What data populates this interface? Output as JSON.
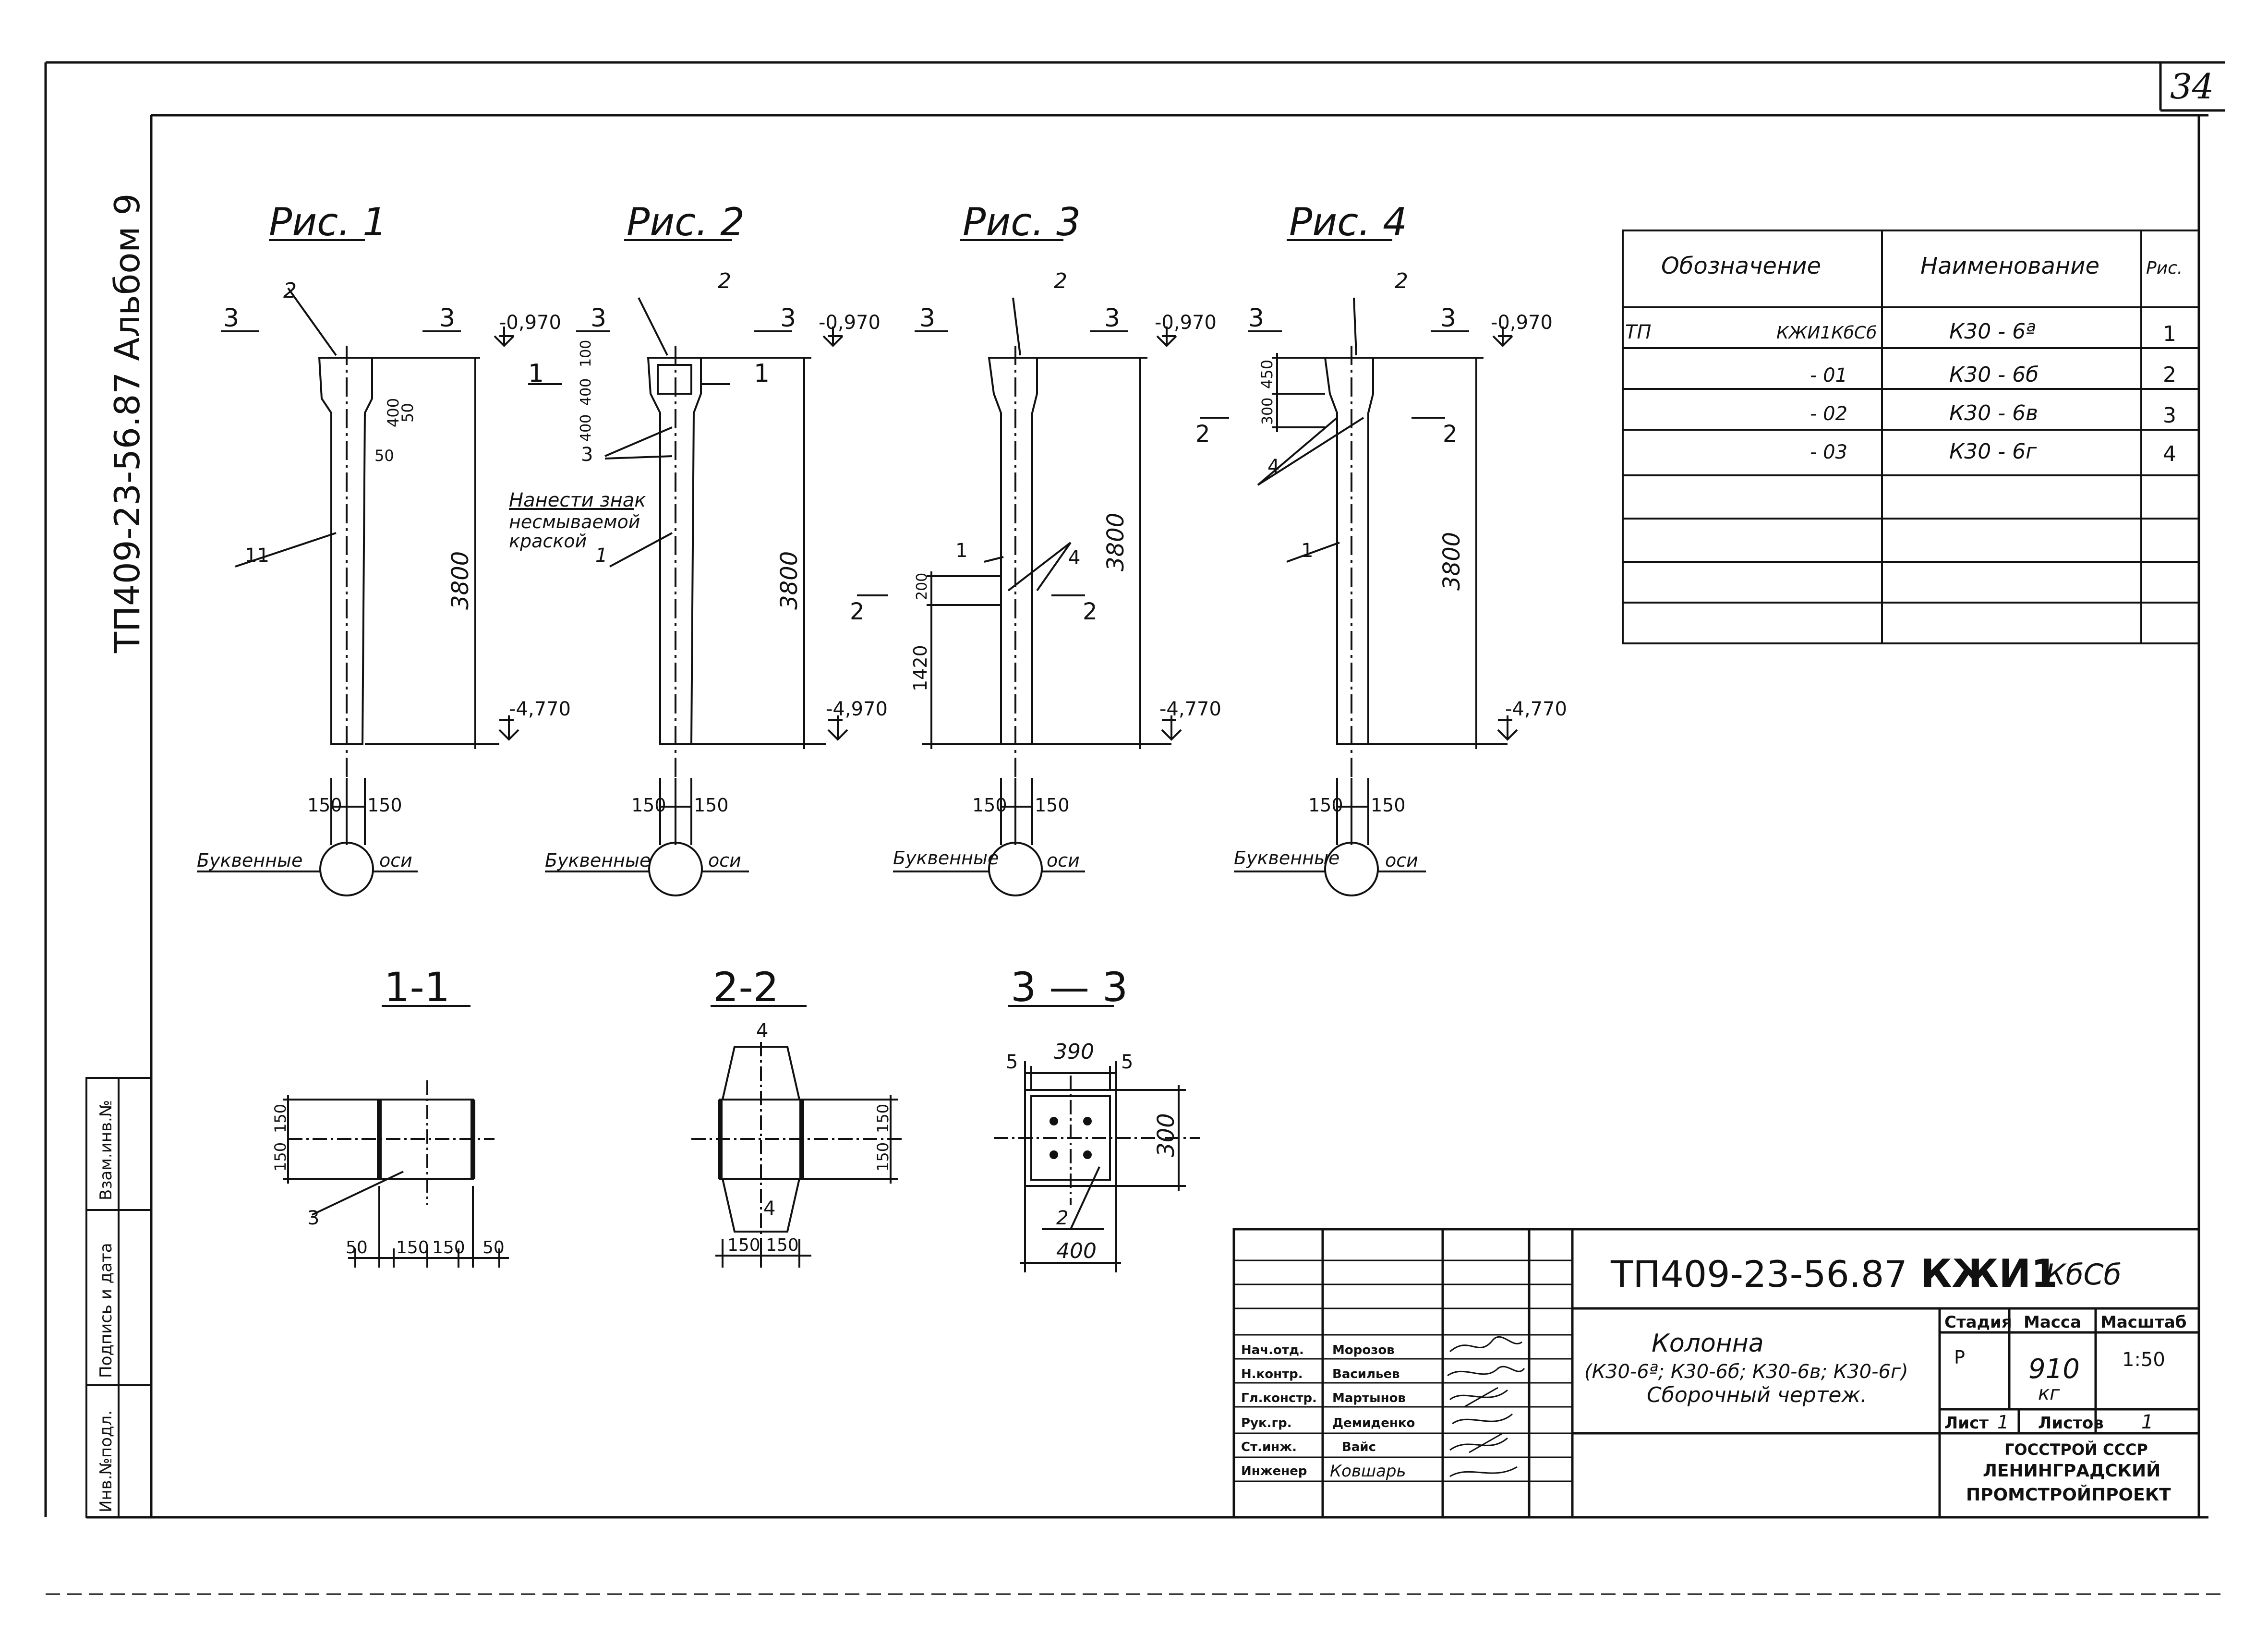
{
  "sheet_number": "34",
  "side_code": "ТП409-23-56.87 Альбом 9",
  "figures": [
    {
      "title": "Рис. 1",
      "elev_top": "-0,970",
      "elev_bottom": "-4,770",
      "height": "3800",
      "dim_a": "400",
      "dim_b": "50",
      "dim_c": "50",
      "call_1": "11",
      "call_2": "2",
      "sect": "3",
      "w_left": "150",
      "w_right": "150",
      "axis_left": "Буквенные",
      "axis_right": "оси"
    },
    {
      "title": "Рис. 2",
      "elev_top": "-0,970",
      "elev_bottom": "-4,970",
      "height": "3800",
      "dim_a": "100",
      "dim_b": "400",
      "dim_c": "400",
      "call_1": "1",
      "call_2": "2",
      "call_3": "3",
      "sect": "3",
      "sect2": "1",
      "note": [
        "Нанести знак",
        "несмываемой",
        "краской"
      ],
      "w_left": "150",
      "w_right": "150",
      "axis_left": "Буквенные",
      "axis_right": "оси"
    },
    {
      "title": "Рис. 3",
      "elev_top": "-0,970",
      "elev_bottom": "-4,770",
      "height": "3800",
      "dim_a": "200",
      "dim_b": "1420",
      "call_1": "1",
      "call_2": "2",
      "call_4": "4",
      "sect": "3",
      "sect2": "2",
      "w_left": "150",
      "w_right": "150",
      "axis_left": "Буквенные",
      "axis_right": "оси"
    },
    {
      "title": "Рис. 4",
      "elev_top": "-0,970",
      "elev_bottom": "-4,770",
      "height": "3800",
      "dim_a": "450",
      "dim_b": "300",
      "call_1": "1",
      "call_2": "2",
      "call_4": "4",
      "sect": "3",
      "sect2": "2",
      "w_left": "150",
      "w_right": "150",
      "axis_left": "Буквенные",
      "axis_right": "оси"
    }
  ],
  "sections": [
    {
      "title": "1-1",
      "dims_bottom": [
        "50",
        "150",
        "150",
        "50"
      ],
      "dims_left": [
        "150",
        "150"
      ],
      "call": "3"
    },
    {
      "title": "2-2",
      "dims_bottom": [
        "150",
        "150"
      ],
      "dims_right": [
        "150",
        "150"
      ],
      "top": "4",
      "bottom": "4"
    },
    {
      "title": "3 — 3",
      "top_dims": [
        "5",
        "390",
        "5"
      ],
      "right": "300",
      "bottom": "400",
      "call": "2"
    }
  ],
  "spec_table": {
    "headers": [
      "Обозначение",
      "Наименование",
      "Рис."
    ],
    "rows": [
      {
        "code": "ТП",
        "sub": "КЖИ1КбСб",
        "name": "К30 - 6ª",
        "fig": "1"
      },
      {
        "code": "",
        "sub": "- 01",
        "name": "К30 - 6б",
        "fig": "2"
      },
      {
        "code": "",
        "sub": "- 02",
        "name": "К30 - 6в",
        "fig": "3"
      },
      {
        "code": "",
        "sub": "- 03",
        "name": "К30 - 6г",
        "fig": "4"
      },
      {
        "code": "",
        "sub": "",
        "name": "",
        "fig": ""
      },
      {
        "code": "",
        "sub": "",
        "name": "",
        "fig": ""
      },
      {
        "code": "",
        "sub": "",
        "name": "",
        "fig": ""
      },
      {
        "code": "",
        "sub": "",
        "name": "",
        "fig": ""
      }
    ]
  },
  "title_block": {
    "doc_code": "ТП409-23-56.87",
    "mark": "КЖИ1",
    "mark_small": "КбСб",
    "name_line1": "Колонна",
    "name_line2": "(К30-6ª; К30-6б; К30-6в; К30-6г)",
    "name_line3": "Сборочный чертеж.",
    "stage_label": "Стадия",
    "mass_label": "Масса",
    "scale_label": "Масштаб",
    "stage": "Р",
    "mass": "910",
    "mass_unit": "кг",
    "scale": "1:50",
    "sheet_label": "Лист",
    "sheet": "1",
    "sheets_label": "Листов",
    "sheets": "1",
    "org1": "ГОССТРОЙ СССР",
    "org2": "ЛЕНИНГРАДСКИЙ",
    "org3": "ПРОМСТРОЙПРОЕКТ",
    "roles": [
      {
        "role": "Нач.отд.",
        "name": "Морозов"
      },
      {
        "role": "Н.контр.",
        "name": "Васильев"
      },
      {
        "role": "Гл.констр.",
        "name": "Мартынов"
      },
      {
        "role": "Рук.гр.",
        "name": "Демиденко"
      },
      {
        "role": "Ст.инж.",
        "name": "Вайс"
      },
      {
        "role": "Инженер",
        "name": "Ковшарь"
      }
    ]
  },
  "side_stamp": [
    "Инв.№подл.",
    "Подпись и дата",
    "Взам.инв.№"
  ]
}
